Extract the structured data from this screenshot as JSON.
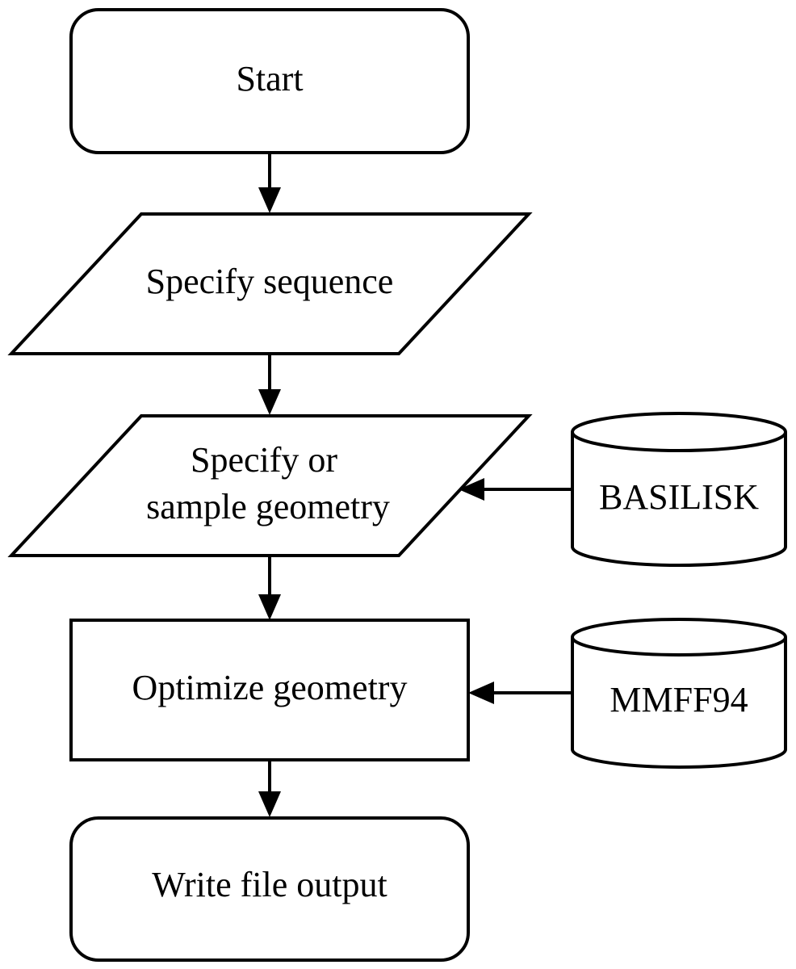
{
  "nodes": {
    "start": {
      "label": "Start",
      "shape": "terminator"
    },
    "specify_sequence": {
      "label": "Specify sequence",
      "shape": "input-output"
    },
    "specify_geometry": {
      "label_line1": "Specify or",
      "label_line2": "sample geometry",
      "shape": "input-output"
    },
    "optimize_geometry": {
      "label": "Optimize geometry",
      "shape": "process"
    },
    "write_output": {
      "label": "Write file output",
      "shape": "terminator"
    },
    "basilisk": {
      "label": "BASILISK",
      "shape": "database"
    },
    "mmff94": {
      "label": "MMFF94",
      "shape": "database"
    }
  },
  "edges": [
    {
      "from": "start",
      "to": "specify_sequence"
    },
    {
      "from": "specify_sequence",
      "to": "specify_geometry"
    },
    {
      "from": "specify_geometry",
      "to": "optimize_geometry"
    },
    {
      "from": "optimize_geometry",
      "to": "write_output"
    },
    {
      "from": "basilisk",
      "to": "specify_geometry"
    },
    {
      "from": "mmff94",
      "to": "optimize_geometry"
    }
  ]
}
